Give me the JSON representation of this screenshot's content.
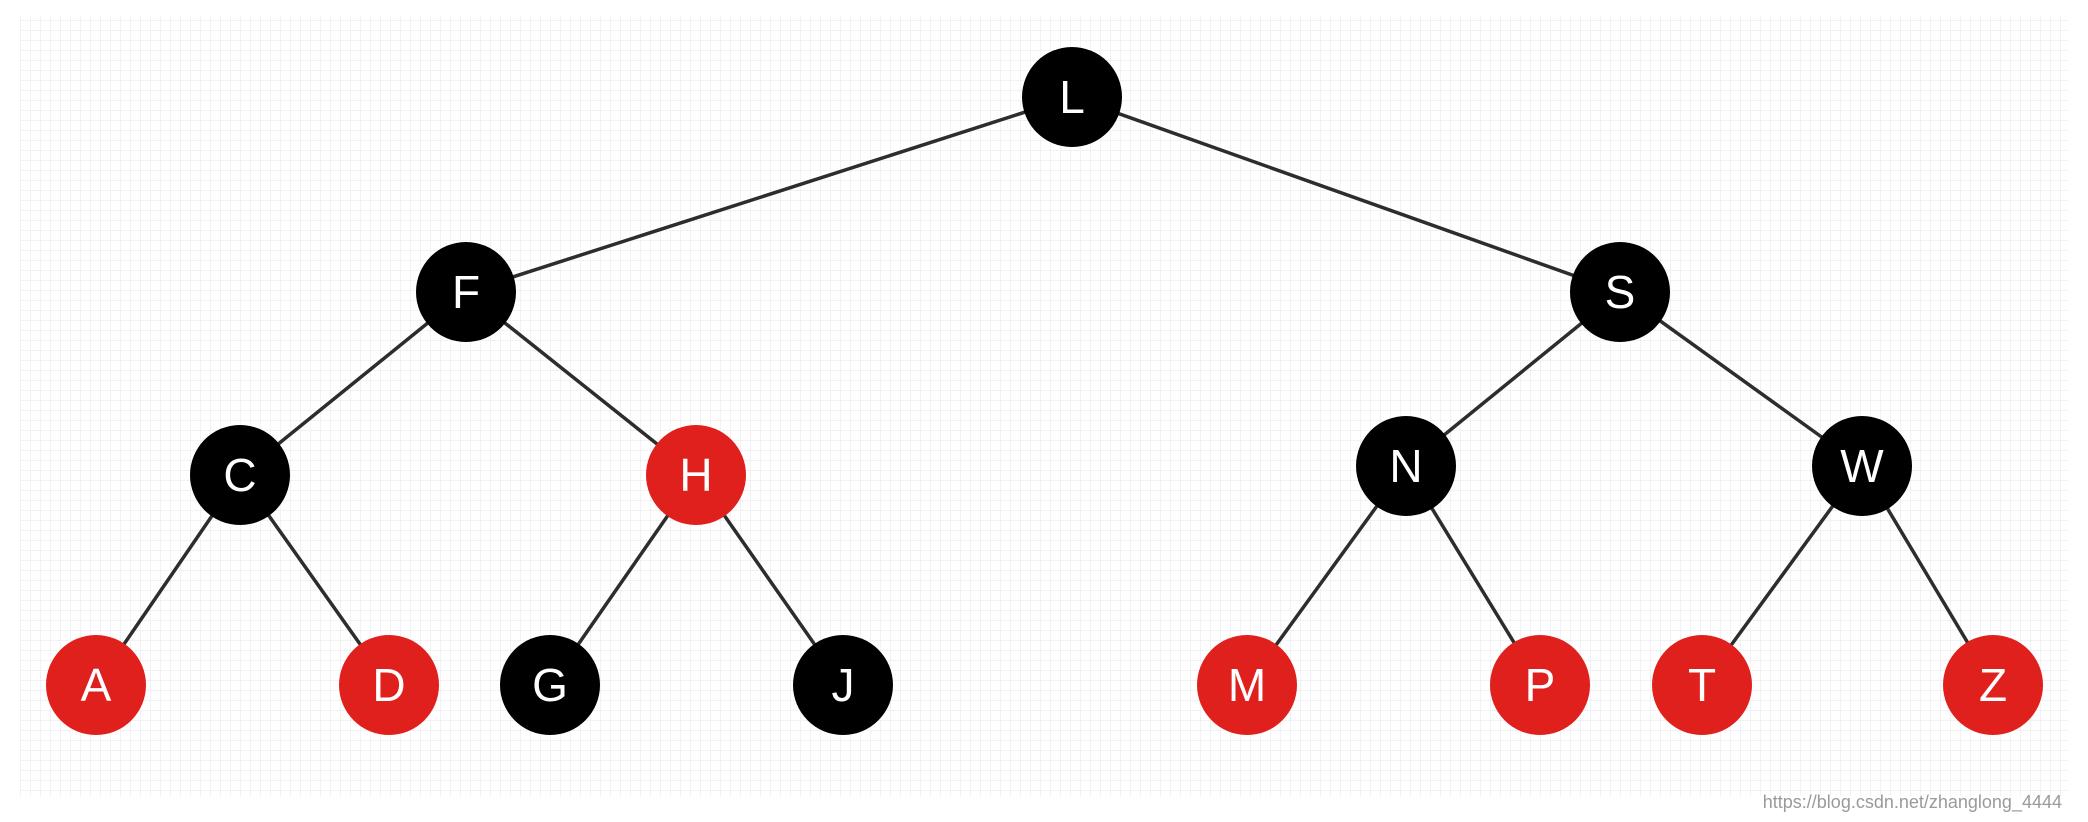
{
  "diagram": {
    "colors": {
      "black_node": "#000000",
      "red_node": "#e0201c",
      "edge": "#2d2d2d",
      "grid": "#e3e3ea",
      "label": "#ffffff"
    },
    "nodes": [
      {
        "id": "L",
        "label": "L",
        "color": "black"
      },
      {
        "id": "F",
        "label": "F",
        "color": "black"
      },
      {
        "id": "S",
        "label": "S",
        "color": "black"
      },
      {
        "id": "C",
        "label": "C",
        "color": "black"
      },
      {
        "id": "H",
        "label": "H",
        "color": "red"
      },
      {
        "id": "N",
        "label": "N",
        "color": "black"
      },
      {
        "id": "W",
        "label": "W",
        "color": "black"
      },
      {
        "id": "A",
        "label": "A",
        "color": "red"
      },
      {
        "id": "D",
        "label": "D",
        "color": "red"
      },
      {
        "id": "G",
        "label": "G",
        "color": "black"
      },
      {
        "id": "J",
        "label": "J",
        "color": "black"
      },
      {
        "id": "M",
        "label": "M",
        "color": "red"
      },
      {
        "id": "P",
        "label": "P",
        "color": "red"
      },
      {
        "id": "T",
        "label": "T",
        "color": "red"
      },
      {
        "id": "Z",
        "label": "Z",
        "color": "red"
      }
    ],
    "edges": [
      {
        "from": "L",
        "to": "F"
      },
      {
        "from": "L",
        "to": "S"
      },
      {
        "from": "F",
        "to": "C"
      },
      {
        "from": "F",
        "to": "H"
      },
      {
        "from": "S",
        "to": "N"
      },
      {
        "from": "S",
        "to": "W"
      },
      {
        "from": "C",
        "to": "A"
      },
      {
        "from": "C",
        "to": "D"
      },
      {
        "from": "H",
        "to": "G"
      },
      {
        "from": "H",
        "to": "J"
      },
      {
        "from": "N",
        "to": "M"
      },
      {
        "from": "N",
        "to": "P"
      },
      {
        "from": "W",
        "to": "T"
      },
      {
        "from": "W",
        "to": "Z"
      }
    ],
    "watermark": "https://blog.csdn.net/zhanglong_4444"
  }
}
